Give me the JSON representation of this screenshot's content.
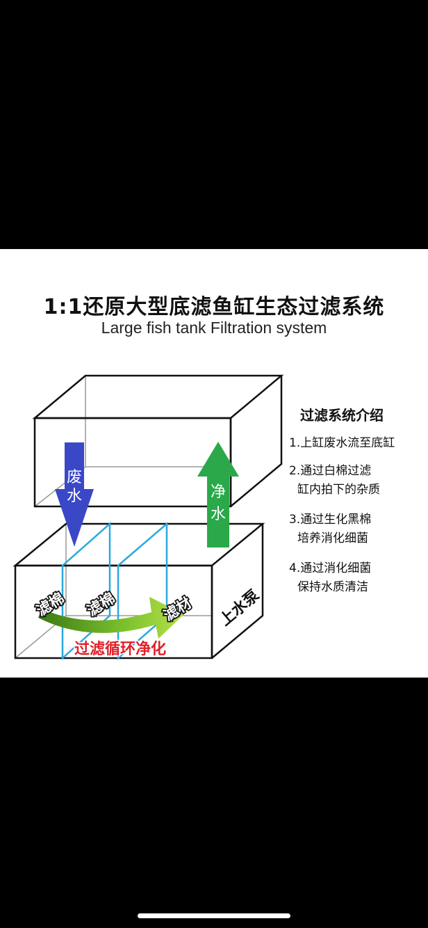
{
  "header": {
    "title": "1:1还原大型底滤鱼缸生态过滤系统",
    "subtitle": "Large fish tank Filtration system"
  },
  "diagram": {
    "arrow_down_label": [
      "废",
      "水"
    ],
    "arrow_up_label": [
      "净",
      "水"
    ],
    "chambers": [
      "滤棉",
      "滤棉",
      "滤材",
      "上水泵"
    ],
    "flow_label": "过滤循环净化",
    "colors": {
      "waste": "#3a48c8",
      "clean": "#2aa84a",
      "glass": "#2aa8e0",
      "flow": "#7ab82c",
      "flow_label": "#e0202a"
    }
  },
  "intro": {
    "title": "过滤系统介绍",
    "steps": [
      [
        "1.上缸废水流至底缸"
      ],
      [
        "2.通过白棉过滤",
        "缸内拍下的杂质"
      ],
      [
        "3.通过生化黑棉",
        "培养消化细菌"
      ],
      [
        "4.通过消化细菌",
        "保持水质清洁"
      ]
    ]
  }
}
